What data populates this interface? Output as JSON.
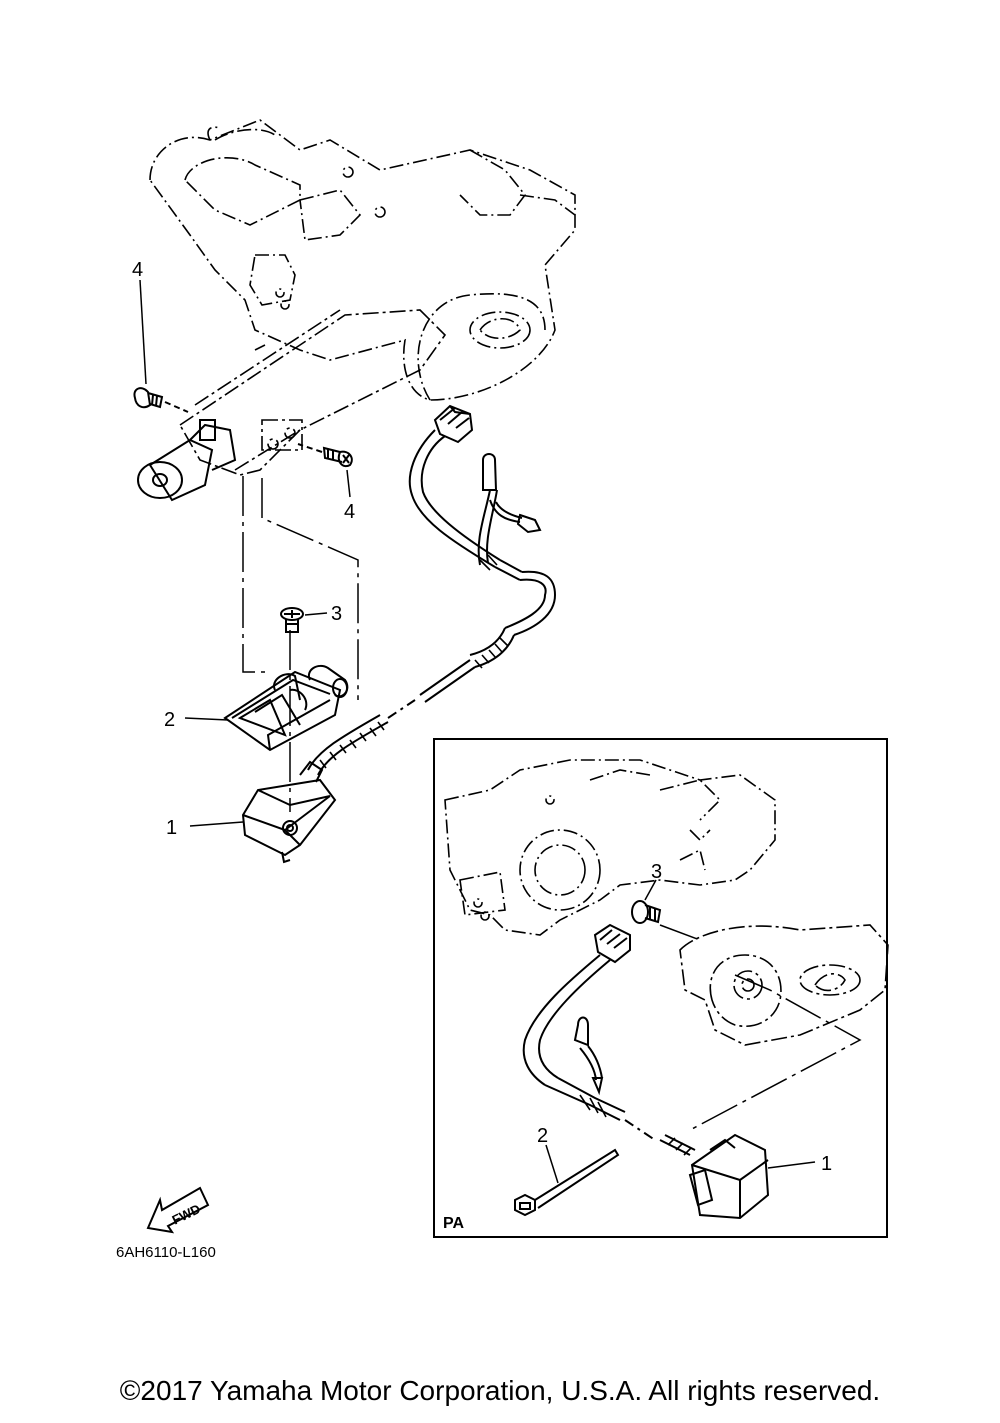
{
  "callouts": {
    "main_1": "1",
    "main_2": "2",
    "main_3": "3",
    "main_4_top": "4",
    "main_4_mid": "4",
    "inset_1": "1",
    "inset_2": "2",
    "inset_3": "3"
  },
  "inset_label": "PA",
  "fwd_label": "FWD",
  "diagram_ref": "6AH6110-L160",
  "copyright": "©2017 Yamaha Motor Corporation, U.S.A. All rights reserved."
}
